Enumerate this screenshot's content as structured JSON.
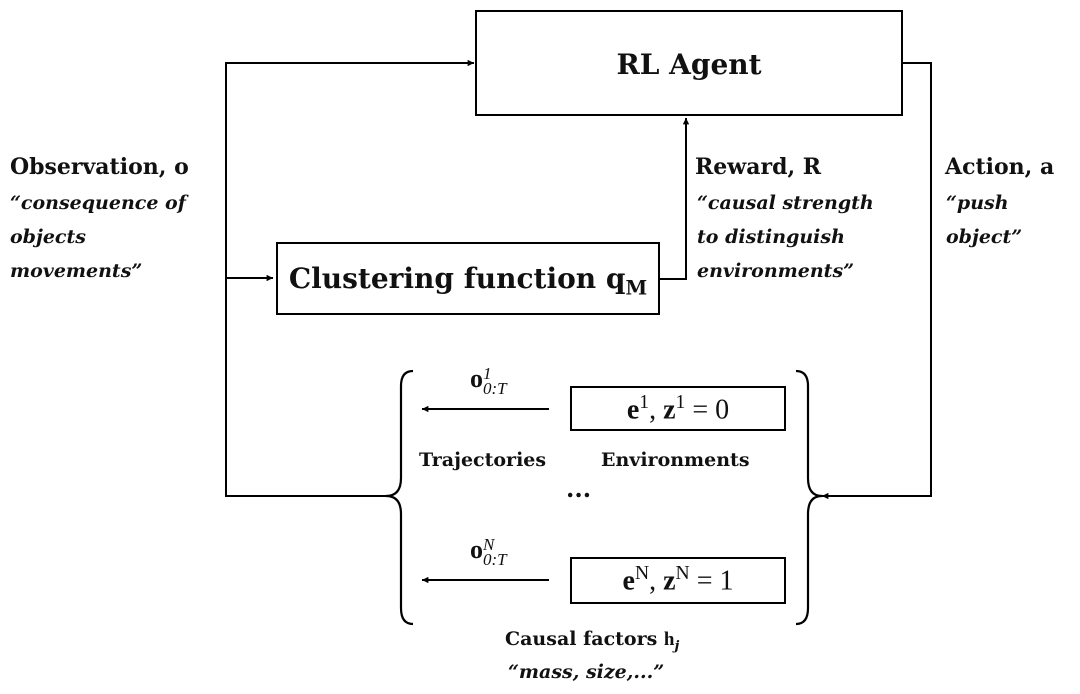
{
  "agent_box": {
    "label": "RL Agent"
  },
  "clustering_box": {
    "label": "Clustering function ",
    "symbol": "q",
    "subscript": "M"
  },
  "observation": {
    "title": "Observation, o",
    "quote_lines": [
      "“consequence of",
      "objects",
      "movements”"
    ]
  },
  "reward": {
    "title": "Reward, R",
    "quote_lines": [
      "“causal strength",
      "to distinguish",
      "environments”"
    ]
  },
  "action": {
    "title": "Action, a",
    "quote_lines": [
      "“push",
      "object”"
    ]
  },
  "trajectory_1": {
    "symbol": "o",
    "sup": "1",
    "sub": "0:T"
  },
  "trajectory_n": {
    "symbol": "o",
    "sup": "N",
    "sub": "0:T"
  },
  "env_1": {
    "e": "e",
    "e_sup": "1",
    "z": "z",
    "z_sup": "1",
    "rhs": "= 0"
  },
  "env_n": {
    "e": "e",
    "e_sup": "N",
    "z": "z",
    "z_sup": "N",
    "rhs": "= 1"
  },
  "labels": {
    "trajectories": "Trajectories",
    "environments": "Environments",
    "ellipsis": "..."
  },
  "causal_factors": {
    "title": "Causal factors ",
    "symbol": "h",
    "subscript": "j",
    "quote": "“mass, size,...”"
  }
}
